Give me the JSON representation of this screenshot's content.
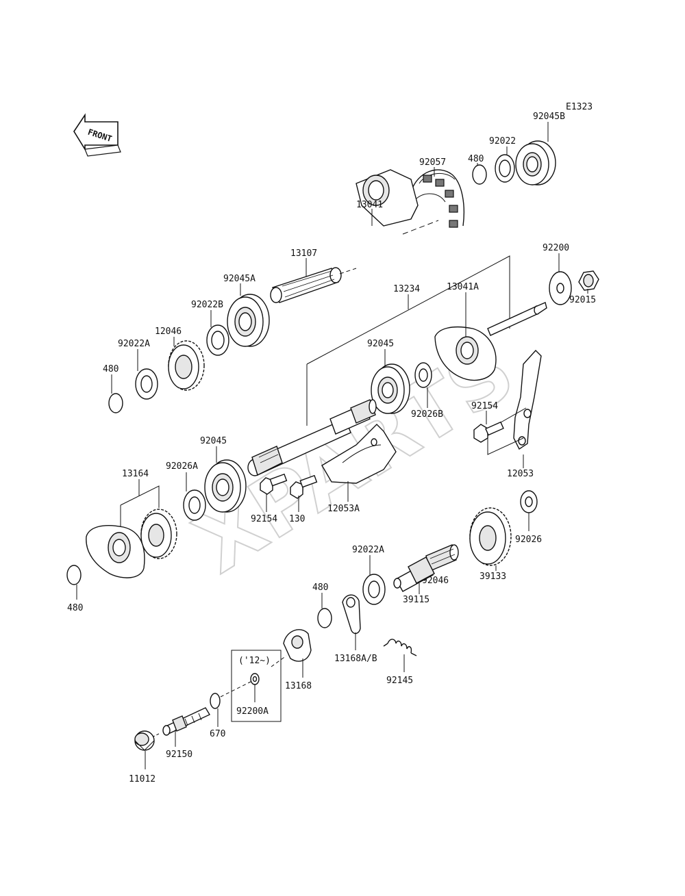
{
  "diagram_code": "E1323",
  "front_label": "FRONT",
  "watermark": "XPARTS",
  "year_note": "('12~)",
  "labels": {
    "p92045B": "92045B",
    "p92022": "92022",
    "p480_top": "480",
    "p92057": "92057",
    "p13041": "13041",
    "p13107": "13107",
    "p92045A": "92045A",
    "p92022B": "92022B",
    "p12046": "12046",
    "p92022A_top": "92022A",
    "p480_left": "480",
    "p13234": "13234",
    "p13041A": "13041A",
    "p92200": "92200",
    "p92015": "92015",
    "p92045_mid": "92045",
    "p92026B": "92026B",
    "p92154_right": "92154",
    "p12053": "12053",
    "p92045_low": "92045",
    "p92026A": "92026A",
    "p13164": "13164",
    "p92154_low": "92154",
    "p130": "130",
    "p12053A": "12053A",
    "p92026": "92026",
    "p39133": "39133",
    "p92046": "92046",
    "p39115": "39115",
    "p92022A_low": "92022A",
    "p480_bottom": "480",
    "p480_mid": "480",
    "p13168AB": "13168A/B",
    "p92145": "92145",
    "p13168": "13168",
    "p92200A": "92200A",
    "p670": "670",
    "p92150": "92150",
    "p11012": "11012"
  }
}
